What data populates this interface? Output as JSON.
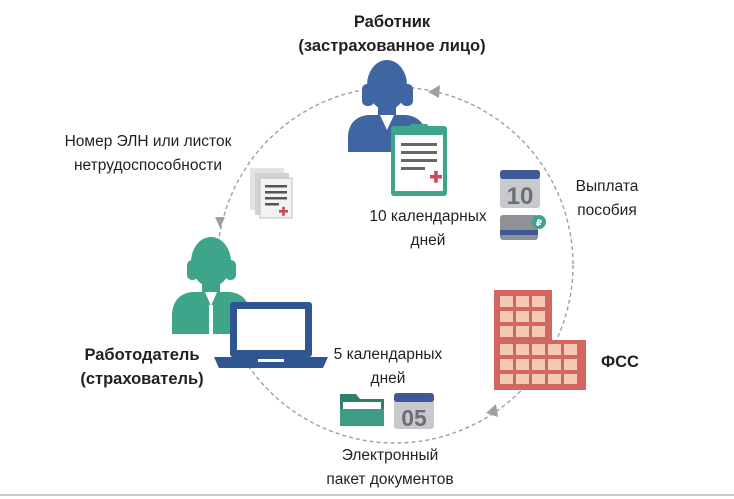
{
  "worker": {
    "title_line1": "Работник",
    "title_line2": "(застрахованное лицо)"
  },
  "employer": {
    "title_line1": "Работодатель",
    "title_line2": "(страхователь)"
  },
  "fss": {
    "title": "ФСС"
  },
  "flows": {
    "eln": {
      "line1": "Номер ЭЛН или листок",
      "line2": "нетрудоспособности"
    },
    "payment": {
      "line1": "Выплата",
      "line2": "пособия"
    },
    "ten_days": {
      "line1": "10 календарных",
      "line2": "дней"
    },
    "five_days": {
      "line1": "5 календарных",
      "line2": "дней"
    },
    "package": {
      "line1": "Электронный",
      "line2": "пакет документов"
    }
  },
  "calendars": {
    "ten": "10",
    "five": "05"
  },
  "wallet_badge": "₽",
  "colors": {
    "worker_blue": "#3f66a3",
    "employer_green": "#3fa58a",
    "laptop_navy": "#2f5690",
    "fss_red": "#d4655f",
    "fss_window": "#f4c9b6",
    "doc_teal": "#3fa58a",
    "doc_cross": "#c94a57",
    "calendar_gray": "#8e9297",
    "calendar_blue": "#3d5a96",
    "folder_teal": "#3f9a86",
    "dashed_circle": "#9aa0a6"
  }
}
